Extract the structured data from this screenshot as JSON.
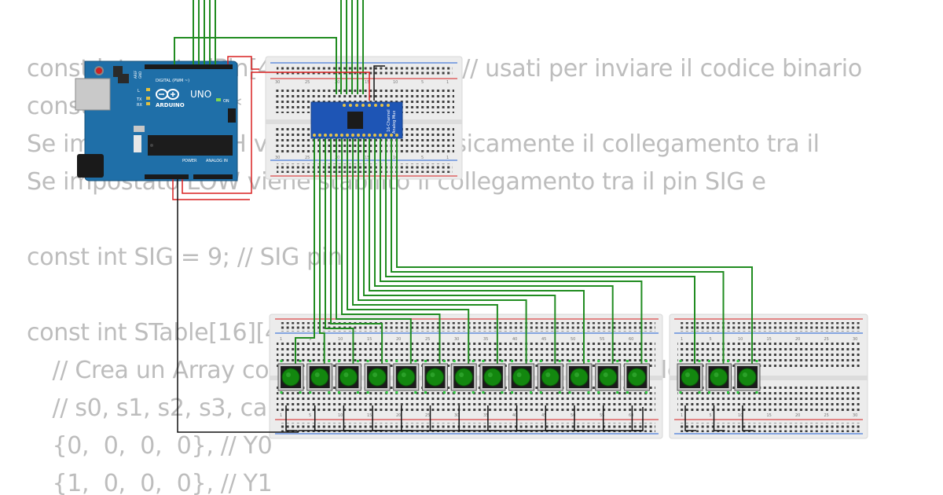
{
  "code_lines": [
    "const int controlPin[4] = {2, 3, 4, 5}; // usati per inviare il codice binario",
    "const int EN = 8;/*",
    "Se impostato HIGH viene interrotto fisicamente il collegamento tra il",
    "Se impostato LOW viene stabilito il collegamento tra il pin SIG e",
    "",
    "const int SIG = 9; // SIG pin",
    "",
    "const int STable[16][4] = {",
    "  // Crea un Array con i valori binari per il canale da selezionare scelto",
    "  // s0, s1, s2, s3, canale",
    "  {0,  0,  0,  0}, // Y0",
    "  {1,  0,  0,  0}, // Y1"
  ],
  "arduino": {
    "brand": "ARDUINO",
    "model": "UNO",
    "digital_label": "DIGITAL (PWM ~)",
    "power_label": "POWER",
    "analog_label": "ANALOG IN",
    "on_label": "ON",
    "tx_label": "TX",
    "rx_label": "RX",
    "l_label": "L",
    "aref": "AREF",
    "gnd": "GND"
  },
  "mux": {
    "label_left": "16-Channel",
    "label_right": "Analog Mux"
  },
  "breadboard_numbers_top": [
    "30",
    "25",
    "20",
    "15",
    "10",
    "5",
    "1"
  ],
  "breadboard_numbers_bottom": [
    "1",
    "5",
    "10",
    "15",
    "20",
    "25",
    "30",
    "35",
    "40",
    "45",
    "50",
    "55",
    "60"
  ],
  "breadboard_small_numbers": [
    "1",
    "5",
    "10",
    "15",
    "20",
    "25",
    "30"
  ],
  "button_count_left": 13,
  "button_count_right": 3,
  "colors": {
    "wire_green": "#218c21",
    "wire_red": "#d92020",
    "wire_black": "#111111",
    "arduino_blue": "#1f6fa8",
    "mux_blue": "#1e55b5",
    "button_green": "#13870f",
    "breadboard": "#ededed",
    "code_text": "#bdbdbd"
  }
}
